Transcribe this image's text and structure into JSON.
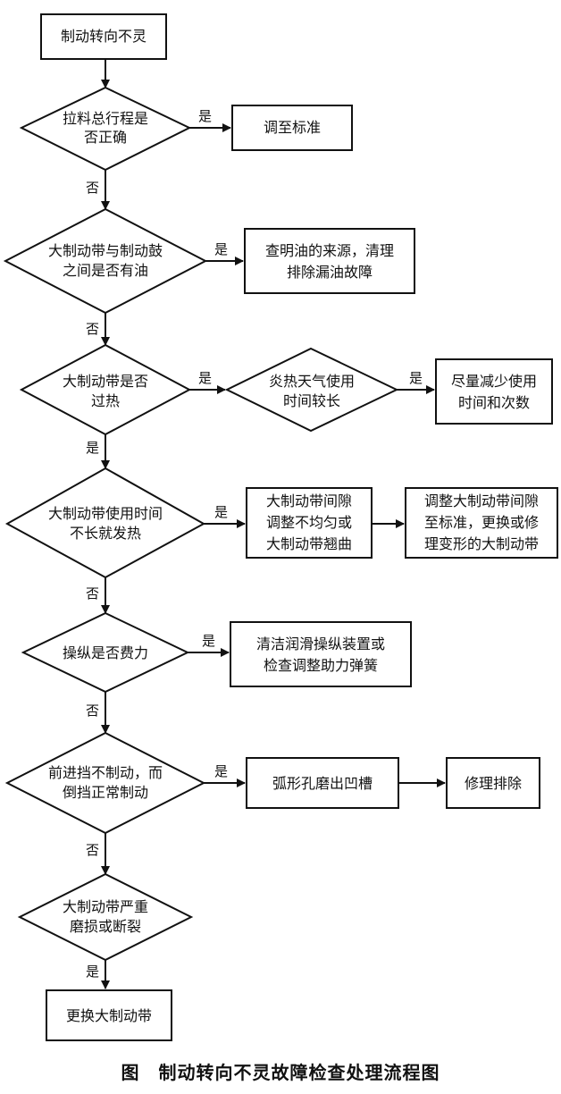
{
  "nodes": {
    "start": "制动转向不灵",
    "q1": [
      "拉料总行程是",
      "否正确"
    ],
    "a1": "调至标准",
    "q2": [
      "大制动带与制动鼓",
      "之间是否有油"
    ],
    "a2": [
      "查明油的来源，清理",
      "排除漏油故障"
    ],
    "q3": [
      "大制动带是否",
      "过热"
    ],
    "q3b": [
      "炎热天气使用",
      "时间较长"
    ],
    "a3": [
      "尽量减少使用",
      "时间和次数"
    ],
    "q4": [
      "大制动带使用时间",
      "不长就发热"
    ],
    "a4a": [
      "大制动带间隙",
      "调整不均匀或",
      "大制动带翘曲"
    ],
    "a4b": [
      "调整大制动带间隙",
      "至标准，更换或修",
      "理变形的大制动带"
    ],
    "q5": "操纵是否费力",
    "a5": [
      "清洁润滑操纵装置或",
      "检查调整助力弹簧"
    ],
    "q6": [
      "前进挡不制动，而",
      "倒挡正常制动"
    ],
    "a6a": "弧形孔磨出凹槽",
    "a6b": "修理排除",
    "q7": [
      "大制动带严重",
      "磨损或断裂"
    ],
    "end": "更换大制动带"
  },
  "labels": {
    "yes": "是",
    "no": "否"
  },
  "caption": "图　制动转向不灵故障检查处理流程图"
}
